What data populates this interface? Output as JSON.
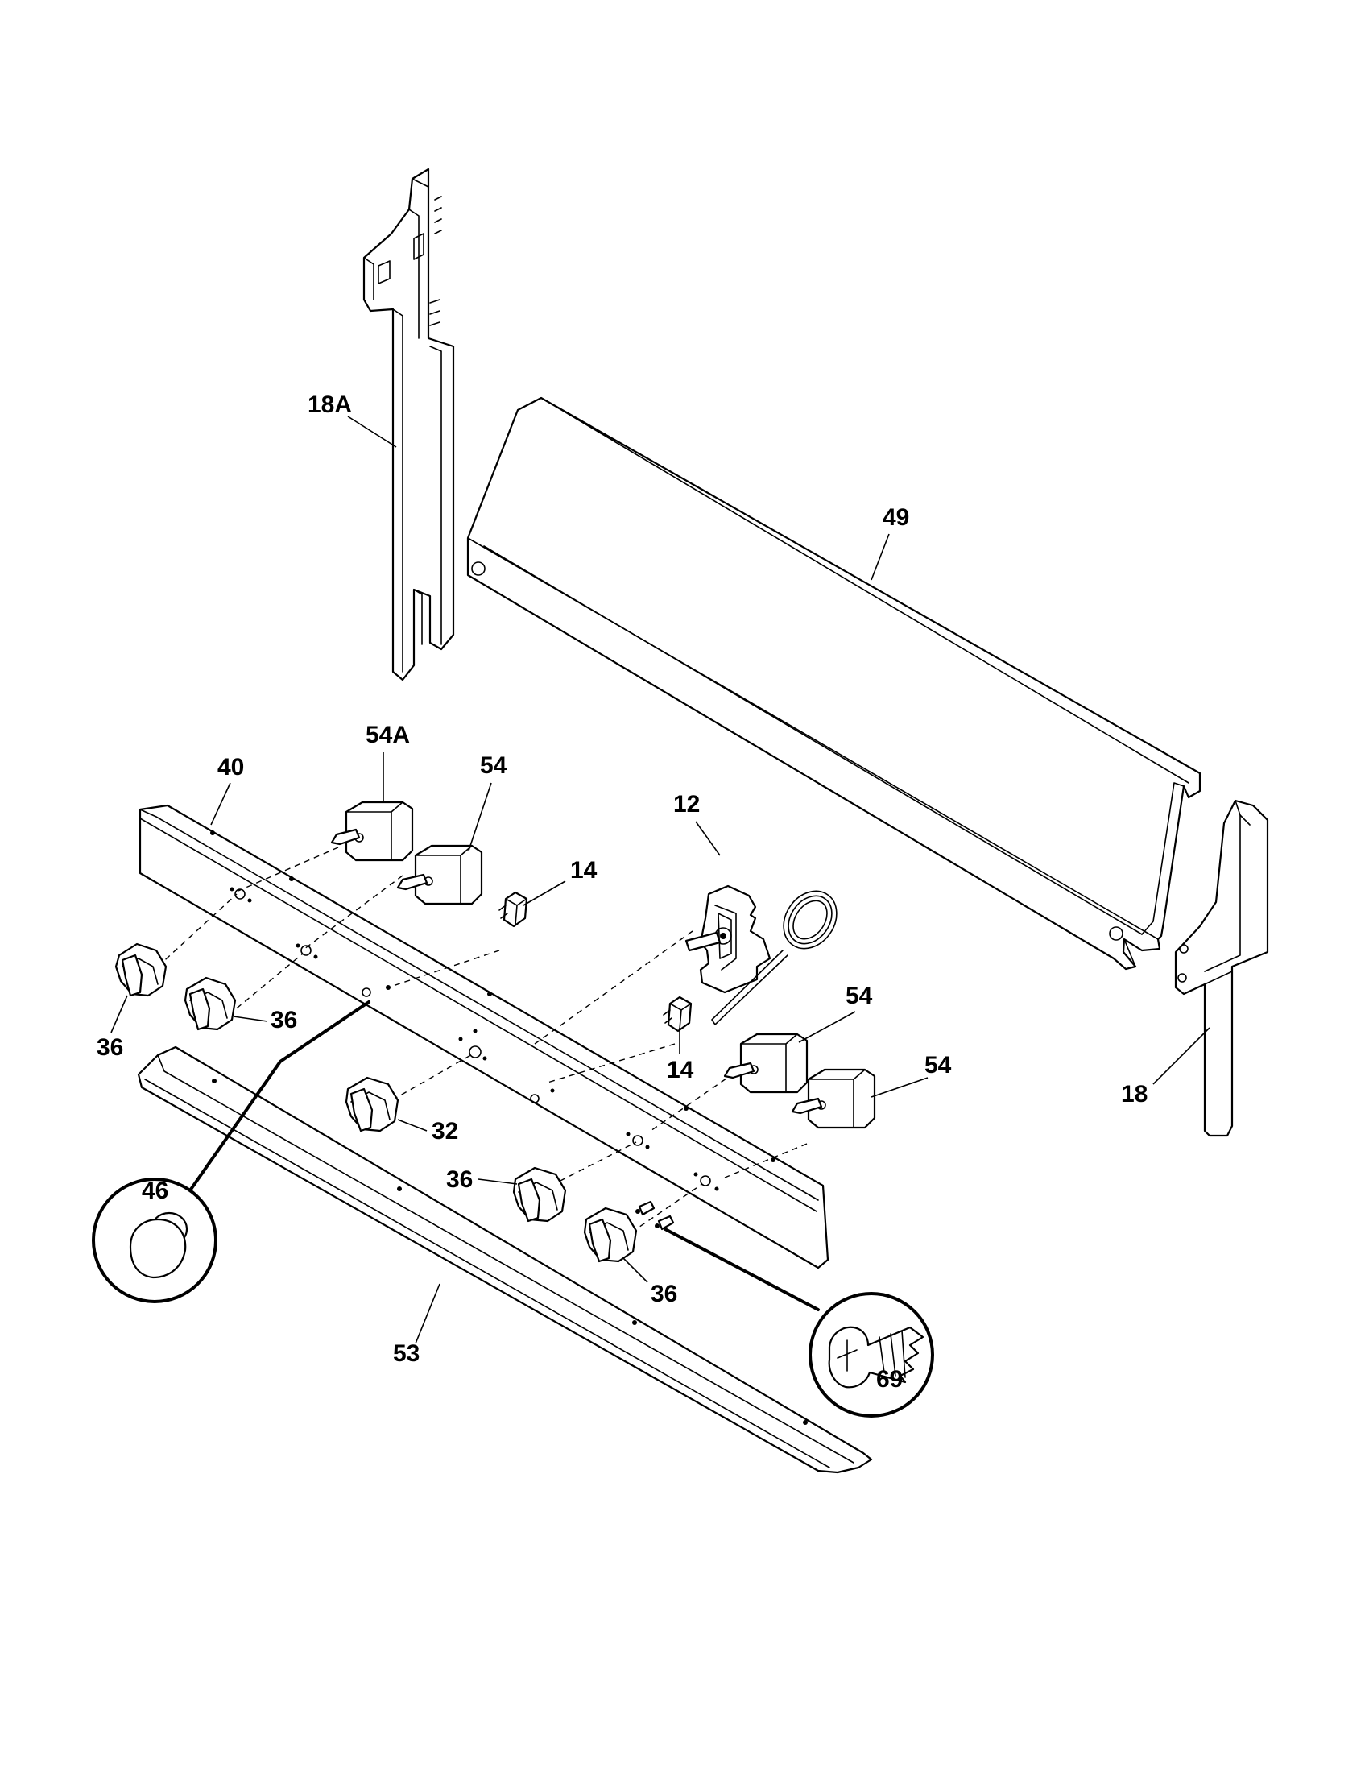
{
  "labels": {
    "part_18a": "18A",
    "part_49": "49",
    "part_54a": "54A",
    "part_54_top": "54",
    "part_40": "40",
    "part_12": "12",
    "part_14_top": "14",
    "part_14_bottom": "14",
    "part_54_mid": "54",
    "part_54_right": "54",
    "part_18": "18",
    "part_36_left": "36",
    "part_36_second": "36",
    "part_32": "32",
    "part_36_center": "36",
    "part_36_right": "36",
    "part_46": "46",
    "part_53": "53",
    "part_69": "69"
  }
}
